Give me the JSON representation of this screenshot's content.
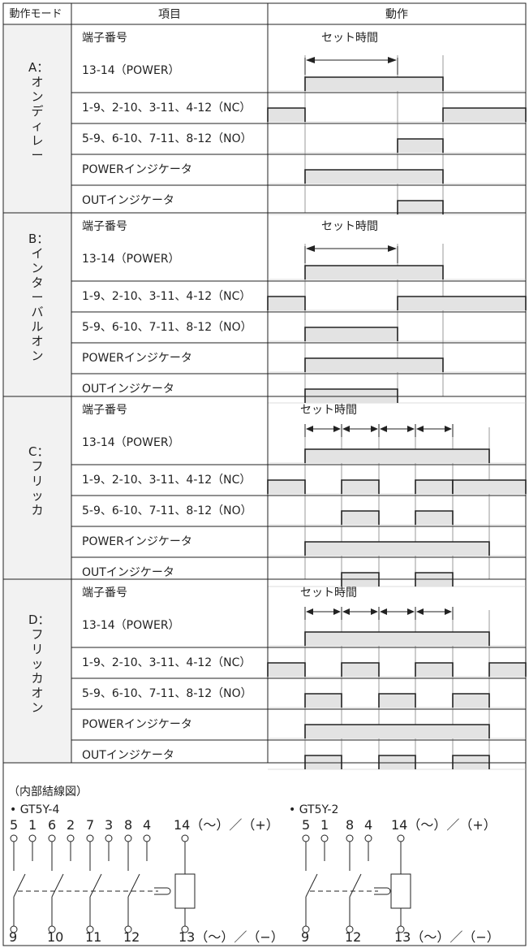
{
  "header": {
    "mode": "動作モード",
    "item": "項目",
    "action": "動作"
  },
  "setTimeLabel": "セット時間",
  "rowLabels": [
    "端子番号",
    "13-14（POWER）",
    "1-9、2-10、3-11、4-12（NC）",
    "5-9、6-10、7-11、8-12（NO）",
    "POWERインジケータ",
    "OUTインジケータ"
  ],
  "modes": [
    {
      "name": "A：オンディレー"
    },
    {
      "name": "B：インターバルオン"
    },
    {
      "name": "C：フリッカ"
    },
    {
      "name": "D：フリッカオン"
    }
  ],
  "wiring": {
    "title": "（内部結線図）",
    "g4": {
      "model": "• GT5Y-4",
      "topTerms": [
        "5",
        "1",
        "6",
        "2",
        "7",
        "3",
        "8",
        "4"
      ],
      "topCoil": "14（〜）／（+）",
      "bottomTerms": [
        "9",
        "10",
        "11",
        "12"
      ],
      "bottomCoil": "13（〜）／（−）"
    },
    "g2": {
      "model": "• GT5Y-2",
      "topTerms": [
        "5",
        "1",
        "8",
        "4"
      ],
      "topCoil": "14（〜）／（+）",
      "bottomTerms": [
        "9",
        "12"
      ],
      "bottomCoil": "13（〜）／（−）"
    }
  }
}
